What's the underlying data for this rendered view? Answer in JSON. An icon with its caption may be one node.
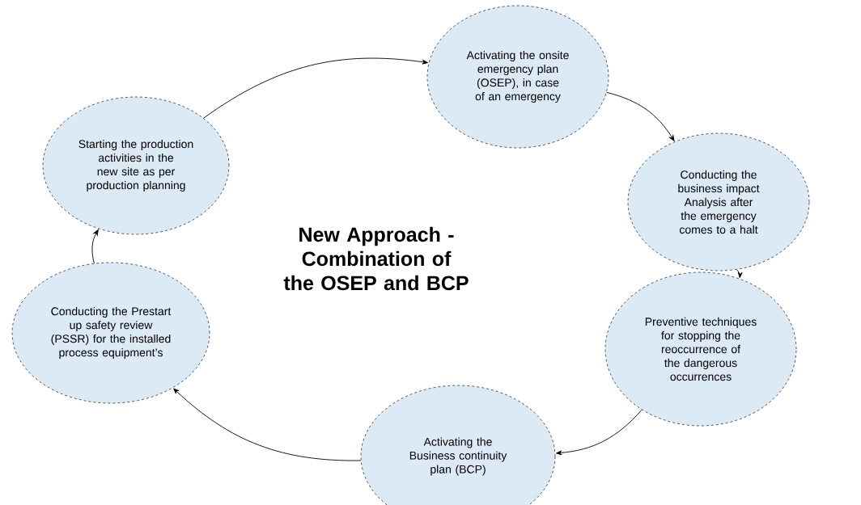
{
  "diagram": {
    "title": "New Approach - Combination of the OSEP and BCP",
    "nodes": [
      {
        "text": [
          "Starting the production activities in the new site as per production planning"
        ]
      },
      {
        "text": [
          "Activating the onsite emergency plan (OSEP), in case of an emergency"
        ]
      },
      {
        "text": [
          "Conducting the business impact Analysis after the emergency comes to a halt"
        ]
      },
      {
        "text": [
          "Preventive techniques for stopping the reoccurrence of the dangerous occurrences"
        ]
      },
      {
        "text": [
          "Activating the Business continuity plan (BCP)"
        ]
      },
      {
        "text": [
          "Conducting the Prestart up safety review (PSSR) for the installed process equipment’s"
        ]
      }
    ],
    "edges": [
      {
        "from": 0,
        "to": 1,
        "arrow": "to"
      },
      {
        "from": 1,
        "to": 2,
        "arrow": "to"
      },
      {
        "from": 2,
        "to": 3,
        "arrow": "to"
      },
      {
        "from": 3,
        "to": 4,
        "arrow": "to"
      },
      {
        "from": 4,
        "to": 5,
        "arrow": "to"
      },
      {
        "from": 5,
        "to": 0,
        "arrow": "to"
      }
    ]
  }
}
